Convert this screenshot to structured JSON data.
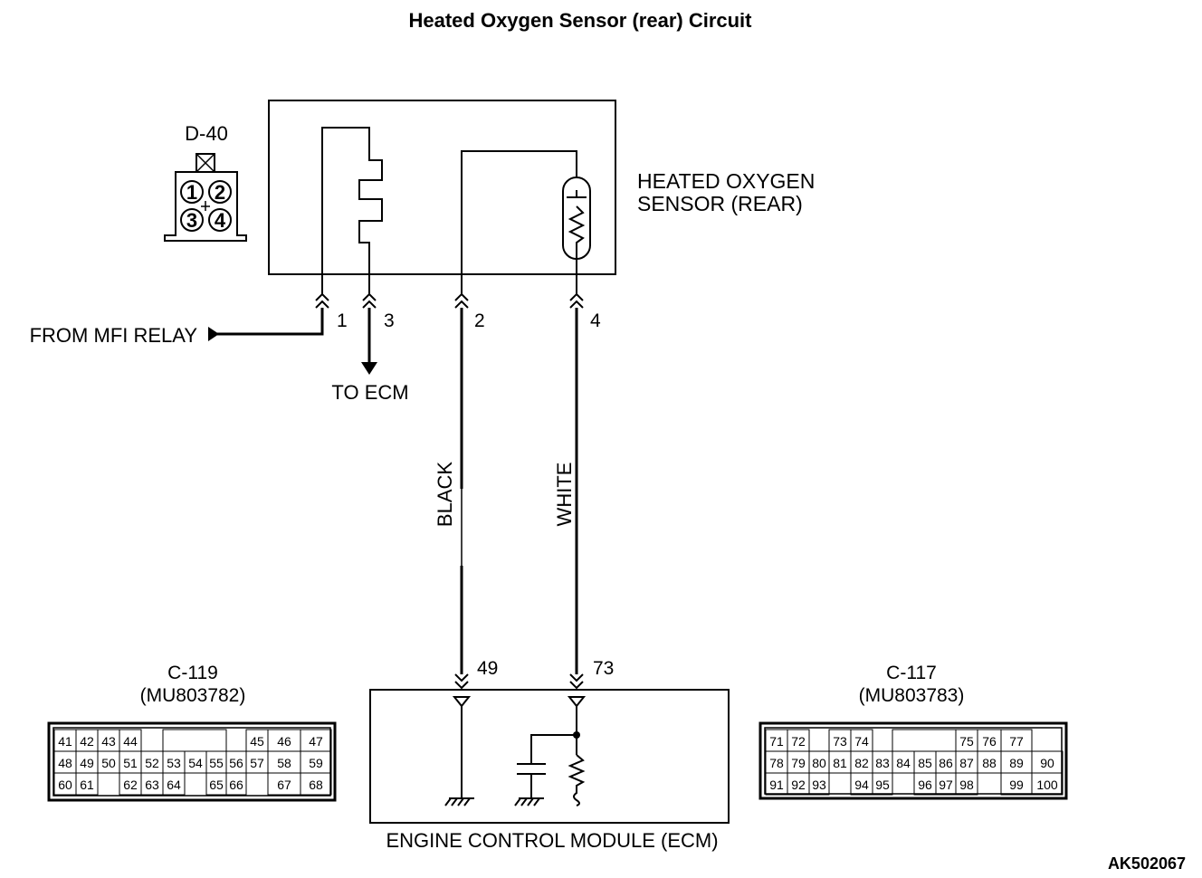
{
  "title": "Heated Oxygen Sensor (rear) Circuit",
  "figure_code": "AK502067",
  "sensor": {
    "connector": "D-40",
    "name_line1": "HEATED OXYGEN",
    "name_line2": "SENSOR (REAR)",
    "connector_pins": [
      "1",
      "2",
      "3",
      "4"
    ]
  },
  "terminals": {
    "t1": "1",
    "t3": "3",
    "t2": "2",
    "t4": "4",
    "t49": "49",
    "t73": "73"
  },
  "labels": {
    "from_relay": "FROM MFI RELAY",
    "to_ecm": "TO ECM",
    "wire_black": "BLACK",
    "wire_white": "WHITE",
    "ecm": "ENGINE CONTROL MODULE (ECM)"
  },
  "connector_c119": {
    "id": "C-119",
    "part": "(MU803782)",
    "rows": [
      [
        "41",
        "42",
        "43",
        "44",
        "",
        "",
        "",
        "",
        "",
        "45",
        "46",
        "47"
      ],
      [
        "48",
        "49",
        "50",
        "51",
        "52",
        "53",
        "54",
        "55",
        "56",
        "57",
        "58",
        "59"
      ],
      [
        "60",
        "61",
        "",
        "62",
        "63",
        "64",
        "",
        "65",
        "66",
        "",
        "67",
        "68"
      ]
    ]
  },
  "connector_c117": {
    "id": "C-117",
    "part": "(MU803783)",
    "rows": [
      [
        "71",
        "72",
        "",
        "73",
        "74",
        "",
        "",
        "",
        "",
        "75",
        "76",
        "77"
      ],
      [
        "78",
        "79",
        "80",
        "81",
        "82",
        "83",
        "84",
        "85",
        "86",
        "87",
        "88",
        "89",
        "90"
      ],
      [
        "91",
        "92",
        "93",
        "",
        "94",
        "95",
        "",
        "96",
        "97",
        "98",
        "",
        "99",
        "100"
      ]
    ]
  }
}
